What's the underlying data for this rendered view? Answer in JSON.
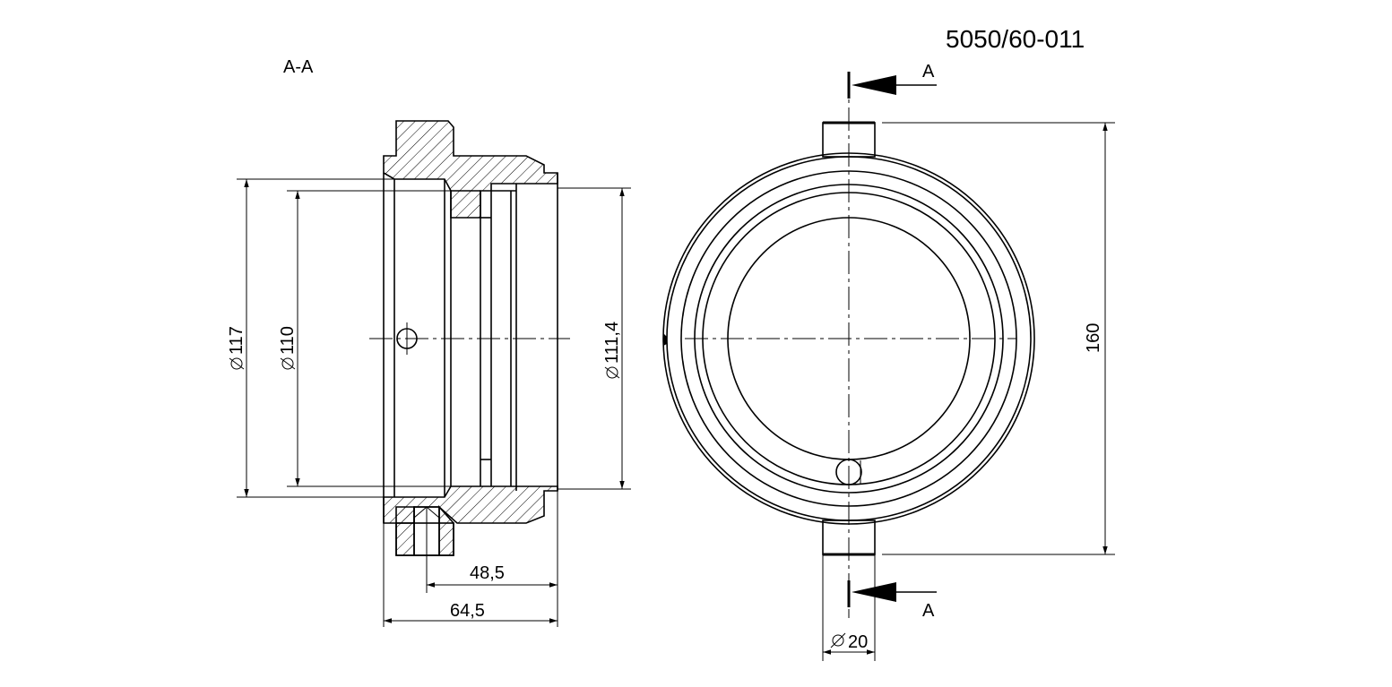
{
  "drawing": {
    "part_number": "5050/60-011",
    "section_title": "A-A",
    "section_marker": "A",
    "dimensions": {
      "d117": "117",
      "d110": "110",
      "d111_4": "111,4",
      "len_48_5": "48,5",
      "len_64_5": "64,5",
      "h160": "160",
      "d20": "20"
    }
  }
}
